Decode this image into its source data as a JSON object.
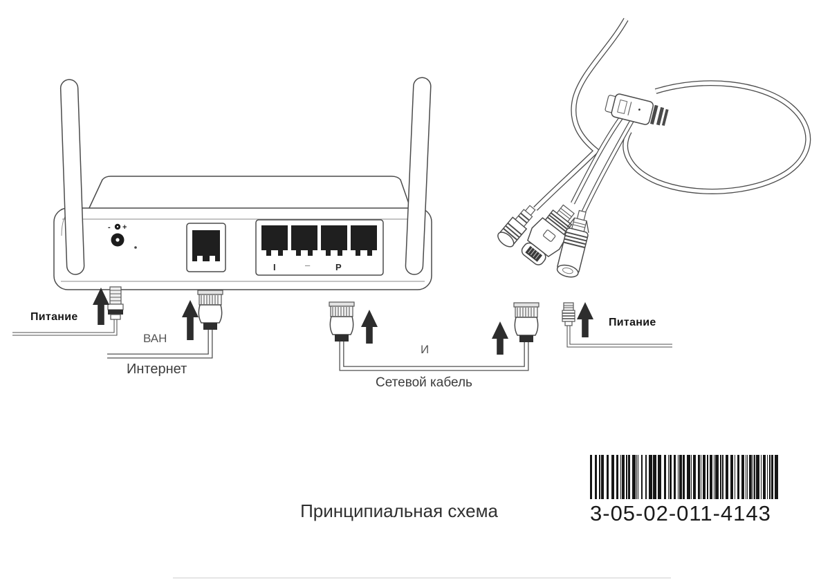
{
  "title": {
    "text": "Принципиальная схема"
  },
  "barcode": {
    "value": "3-05-02-011-4143"
  },
  "router": {
    "polarity_minus": "-",
    "polarity_plus": "+",
    "lan_label_i": "I",
    "lan_label_dash": "–",
    "lan_label_p": "P"
  },
  "connections": {
    "power_left": "Питание",
    "wan": "ВАН",
    "internet": "Интернет",
    "and": "И",
    "network_cable": "Сетевой кабель",
    "power_right": "Питание"
  },
  "colors": {
    "line_art": "#4a4a4a",
    "arrow": "#2d2d2d",
    "text_dark": "#161616",
    "text_gray": "#555555",
    "barcode": "#161616",
    "background": "#ffffff"
  }
}
